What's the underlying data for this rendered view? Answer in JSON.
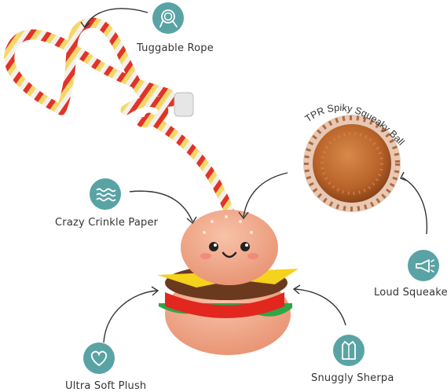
{
  "features": {
    "rope": {
      "label": "Tuggable Rope",
      "icon": "rope-coil-icon"
    },
    "crinkle": {
      "label": "Crazy Crinkle Paper",
      "icon": "wave-lines-icon"
    },
    "plush": {
      "label": "Ultra Soft Plush",
      "icon": "heart-icon"
    },
    "sherpa": {
      "label": "Snuggly Sherpa",
      "icon": "vest-icon"
    },
    "squeaker": {
      "label": "Loud Squeaker",
      "icon": "horn-icon"
    },
    "ball": {
      "label": "TPR Spiky Squeaky Ball"
    }
  },
  "colors": {
    "badge": "#5aa3a5",
    "rope_red": "#e2322b",
    "rope_yellow": "#f4d867",
    "rope_white": "#f3f0ea",
    "bun": "#f1a98e",
    "cheese": "#f5d21c",
    "patty": "#6b3a1e",
    "tomato": "#e2271f",
    "lettuce": "#2fa64a",
    "ball": "#b8622a"
  }
}
